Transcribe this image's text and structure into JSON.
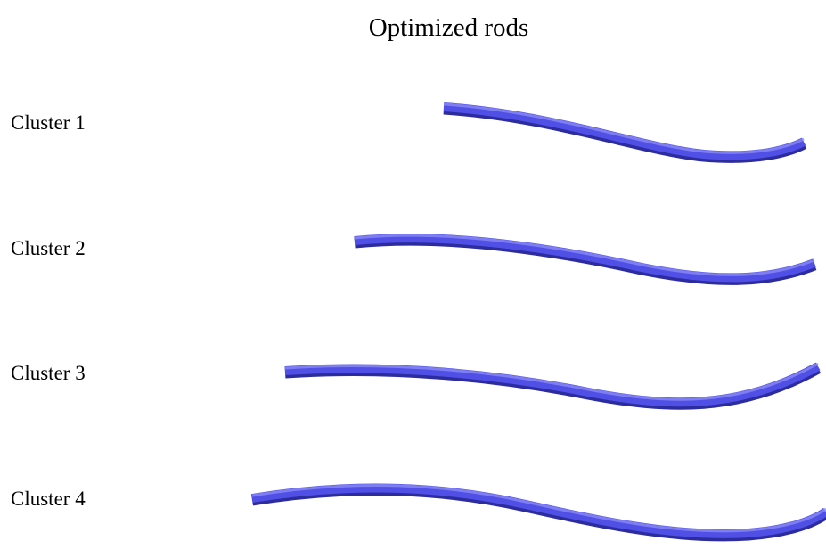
{
  "title": "Optimized rods",
  "colors": {
    "rod_main": "#5050e6",
    "rod_highlight": "#8a8af5",
    "rod_shadow": "#2c2c9e"
  },
  "clusters": [
    {
      "label": "Cluster 1"
    },
    {
      "label": "Cluster 2"
    },
    {
      "label": "Cluster 3"
    },
    {
      "label": "Cluster 4"
    }
  ]
}
